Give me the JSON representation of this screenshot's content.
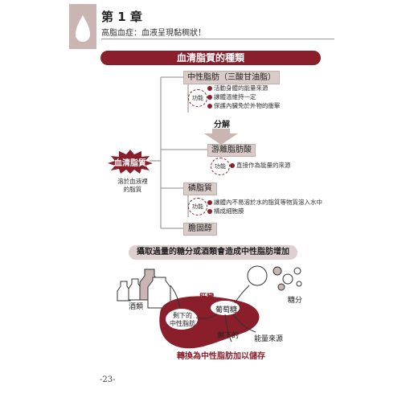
{
  "chapter": {
    "title": "第 1 章",
    "subtitle": "高脂血症：血液呈現黏稠狀！"
  },
  "banner": "血清脂質的種類",
  "center": {
    "title": "血清脂質",
    "desc_line1": "溶於血液裡",
    "desc_line2": "的脂質"
  },
  "branches": {
    "tg": {
      "label": "中性脂肪（三酸甘油脂）",
      "func": "功能",
      "items": [
        "活動身體的能量來源",
        "讓體溫維持一定",
        "保護內臟免於外物的衝擊"
      ]
    },
    "split": "分解",
    "ffa": {
      "label": "游離脂肪酸",
      "func": "功能",
      "items": [
        "直接作為能量的來源"
      ]
    },
    "pl": {
      "label": "磷脂質",
      "func": "功能",
      "items": [
        "讓體內不易溶於水的脂質等物質溶入水中",
        "構成細胞膜"
      ]
    },
    "chol": {
      "label": "膽固醇"
    }
  },
  "bottom": {
    "banner": "攝取過量的糖分或酒類會造成中性脂肪增加",
    "alcohol": "酒類",
    "sugar": "糖分",
    "liver": "肝臟",
    "glucose": "葡萄糖",
    "leftover_line1": "剩下的",
    "leftover_line2": "中性脂肪",
    "leftover2": "剩下的",
    "energy": "能量來源",
    "conclusion": "轉換為中性脂肪加以儲存"
  },
  "page_number": "-23-",
  "colors": {
    "accent": "#8a1e2a",
    "pill": "#d8cbc8",
    "tab": "#c9b6b2"
  }
}
